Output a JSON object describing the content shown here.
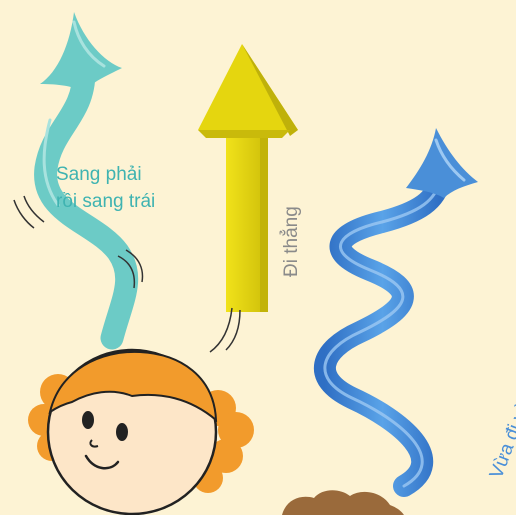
{
  "labels": {
    "left_turn": [
      "Sang phải",
      "rồi sang trái"
    ],
    "straight": "Đi thẳng",
    "zigzag": "Vừa đi vừa rẽ ngang rẽ dọc"
  },
  "colors": {
    "background": "#fdf3d4",
    "teal_arrow": "#6ccbc6",
    "yellow_arrow": "#e5d60f",
    "blue_arrow": "#3f86d6",
    "hair": "#f29b2c",
    "face": "#fde6c8"
  },
  "icons": [
    "curvy-right-left-arrow-icon",
    "straight-up-arrow-icon",
    "zigzag-arrow-icon",
    "girl-face-icon"
  ]
}
